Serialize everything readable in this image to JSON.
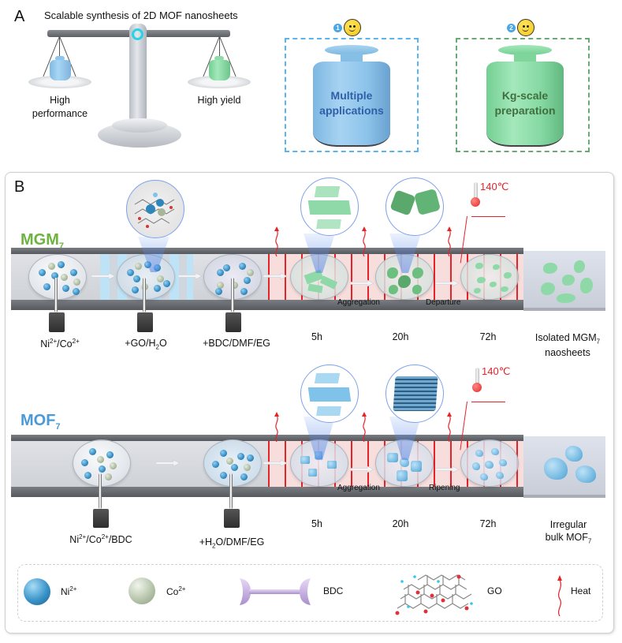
{
  "panel_a": {
    "letter": "A",
    "title": "Scalable synthesis of 2D MOF nanosheets",
    "left_pan_label_line1": "High",
    "left_pan_label_line2": "performance",
    "right_pan_label": "High yield",
    "weights": [
      {
        "badge": "1",
        "line1": "Multiple",
        "line2": "applications",
        "color": "#8cc6ee",
        "text_color": "#2f5fa8",
        "border_color": "#5ab4ee"
      },
      {
        "badge": "2",
        "line1": "Kg-scale",
        "line2": "preparation",
        "color": "#8fdca8",
        "text_color": "#3f6f3f",
        "border_color": "#6aa874"
      }
    ]
  },
  "panel_b": {
    "letter": "B",
    "temperature": "140℃",
    "rows": [
      {
        "name": "MGM",
        "subscript": "7",
        "name_color": "#6db33f",
        "steps": [
          {
            "label": "Ni",
            "label_sup": "2+",
            "label_mid": "/Co",
            "label_sup2": "2+",
            "label_rest": ""
          },
          {
            "label": "+GO/H",
            "label_sub": "2",
            "label_rest": "O"
          },
          {
            "label": "+BDC/DMF/EG"
          }
        ],
        "times": [
          "5h",
          "20h",
          "72h"
        ],
        "transitions": [
          "Aggregation",
          "Departure"
        ],
        "result_line1": "Isolated MGM",
        "result_sub": "7",
        "result_line2": "naosheets"
      },
      {
        "name": "MOF",
        "subscript": "7",
        "name_color": "#4a9ad8",
        "steps": [
          {
            "label": "Ni",
            "label_sup": "2+",
            "label_mid": "/Co",
            "label_sup2": "2+",
            "label_rest": "/BDC"
          },
          {
            "label": "+H",
            "label_sub": "2",
            "label_rest": "O/DMF/EG"
          }
        ],
        "times": [
          "5h",
          "20h",
          "72h"
        ],
        "transitions": [
          "Aggregation",
          "Ripening"
        ],
        "result_line1": "Irregular",
        "result_line2": "bulk MOF",
        "result_sub": "7"
      }
    ],
    "legend": [
      {
        "icon": "ni-sphere-icon",
        "label": "Ni",
        "sup": "2+"
      },
      {
        "icon": "co-sphere-icon",
        "label": "Co",
        "sup": "2+"
      },
      {
        "icon": "bdc-linker-icon",
        "label": "BDC"
      },
      {
        "icon": "graphene-oxide-icon",
        "label": "GO"
      },
      {
        "icon": "heat-wave-icon",
        "label": "Heat"
      }
    ]
  }
}
